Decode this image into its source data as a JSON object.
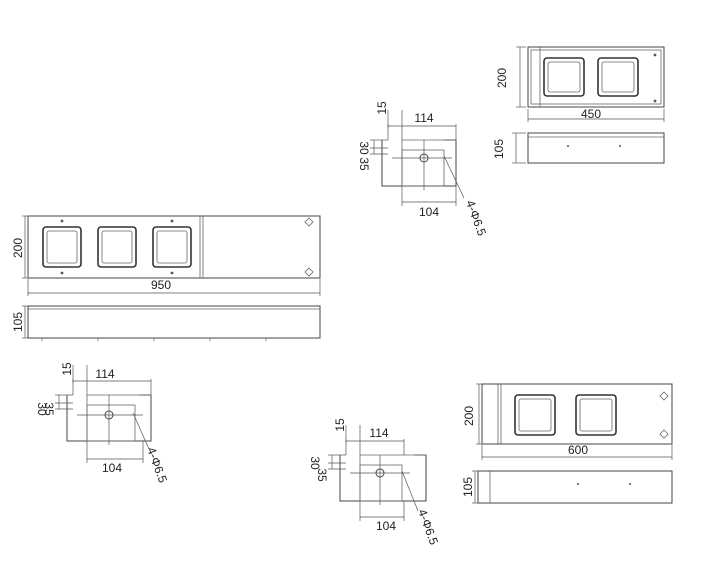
{
  "views": {
    "top_450": {
      "length": "450",
      "height": "200",
      "thickness": "105"
    },
    "side_450": {
      "width_top": "114",
      "width_bottom": "104",
      "lip": "15",
      "offset_a": "30",
      "offset_b": "35",
      "holes": "4-Φ6.5"
    },
    "front_950": {
      "length": "950",
      "height": "200",
      "thickness": "105"
    },
    "side_950": {
      "width_top": "114",
      "width_bottom": "104",
      "lip": "15",
      "offset_a": "30",
      "offset_b": "35",
      "holes": "4-Φ6.5"
    },
    "side_600": {
      "width_top": "114",
      "width_bottom": "104",
      "lip": "15",
      "offset_a": "30",
      "offset_b": "35",
      "holes": "4-Φ6.5"
    },
    "front_600": {
      "length": "600",
      "height": "200",
      "thickness": "105"
    }
  }
}
